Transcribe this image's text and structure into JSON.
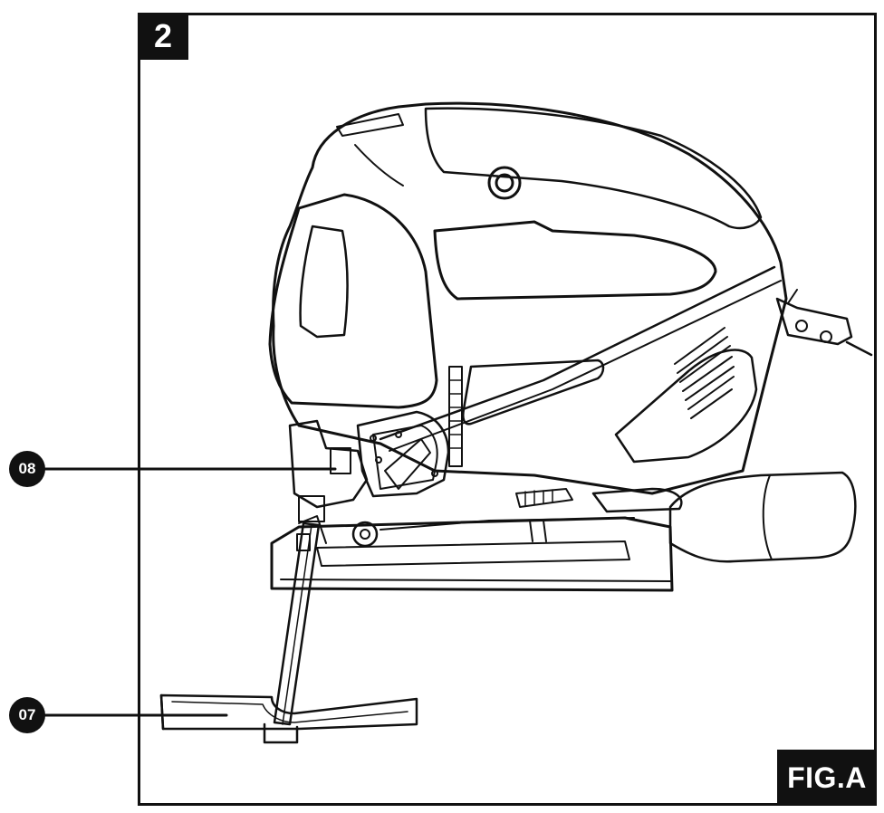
{
  "figure": {
    "step_number": "2",
    "figure_label": "FIG.A"
  },
  "callouts": [
    {
      "id": "08",
      "label": "08"
    },
    {
      "id": "07",
      "label": "07"
    }
  ],
  "colors": {
    "ink": "#111111",
    "paper": "#ffffff"
  },
  "icons": {
    "tool": "jigsaw-drawing",
    "accessory": "parallel-guide-drawing"
  }
}
